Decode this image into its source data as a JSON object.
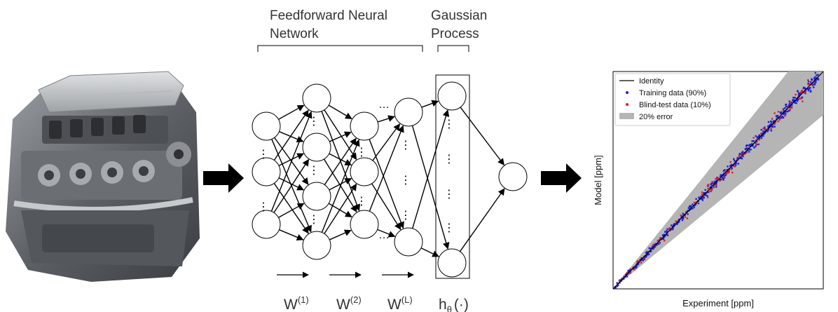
{
  "diagram": {
    "ffnn_label_line1": "Feedforward Neural",
    "ffnn_label_line2": "Network",
    "gp_label_line1": "Gaussian",
    "gp_label_line2": "Process",
    "weight_labels": [
      {
        "base": "W",
        "sup": "(1)"
      },
      {
        "base": "W",
        "sup": "(2)"
      },
      {
        "base": "W",
        "sup": "(L)"
      }
    ],
    "feature_map_label": {
      "base": "h",
      "sub": "θ",
      "suffix": "(·)"
    },
    "dots_vertical": "⋮",
    "dots_horizontal": "…",
    "engine_icon": "engine-icon",
    "arrow_icon": "thick-right-arrow-icon"
  },
  "chart_data": {
    "type": "scatter",
    "xlabel": "Experiment [ppm]",
    "ylabel": "Model [ppm]",
    "ticks_shown": false,
    "legend_position": "top-left",
    "legend": [
      {
        "name": "Identity",
        "kind": "line",
        "color": "#000000"
      },
      {
        "name": "Training data (90%)",
        "kind": "marker",
        "color": "#1f1fdd"
      },
      {
        "name": "Blind-test data (10%)",
        "kind": "marker",
        "color": "#e02020"
      },
      {
        "name": "20% error",
        "kind": "patch",
        "color": "#b5b5b5"
      }
    ],
    "xlim": [
      0,
      1
    ],
    "ylim": [
      0,
      1
    ],
    "identity": [
      [
        0,
        0
      ],
      [
        1,
        1
      ]
    ],
    "error_band_fraction": 0.2,
    "series": [
      {
        "name": "Training data (90%)",
        "color": "#1f1fdd",
        "n_points": 520,
        "x_range": [
          0.01,
          0.98
        ],
        "spread": 0.03
      },
      {
        "name": "Blind-test data (10%)",
        "color": "#e02020",
        "n_points": 110,
        "x_range": [
          0.02,
          0.96
        ],
        "spread": 0.05
      }
    ]
  }
}
